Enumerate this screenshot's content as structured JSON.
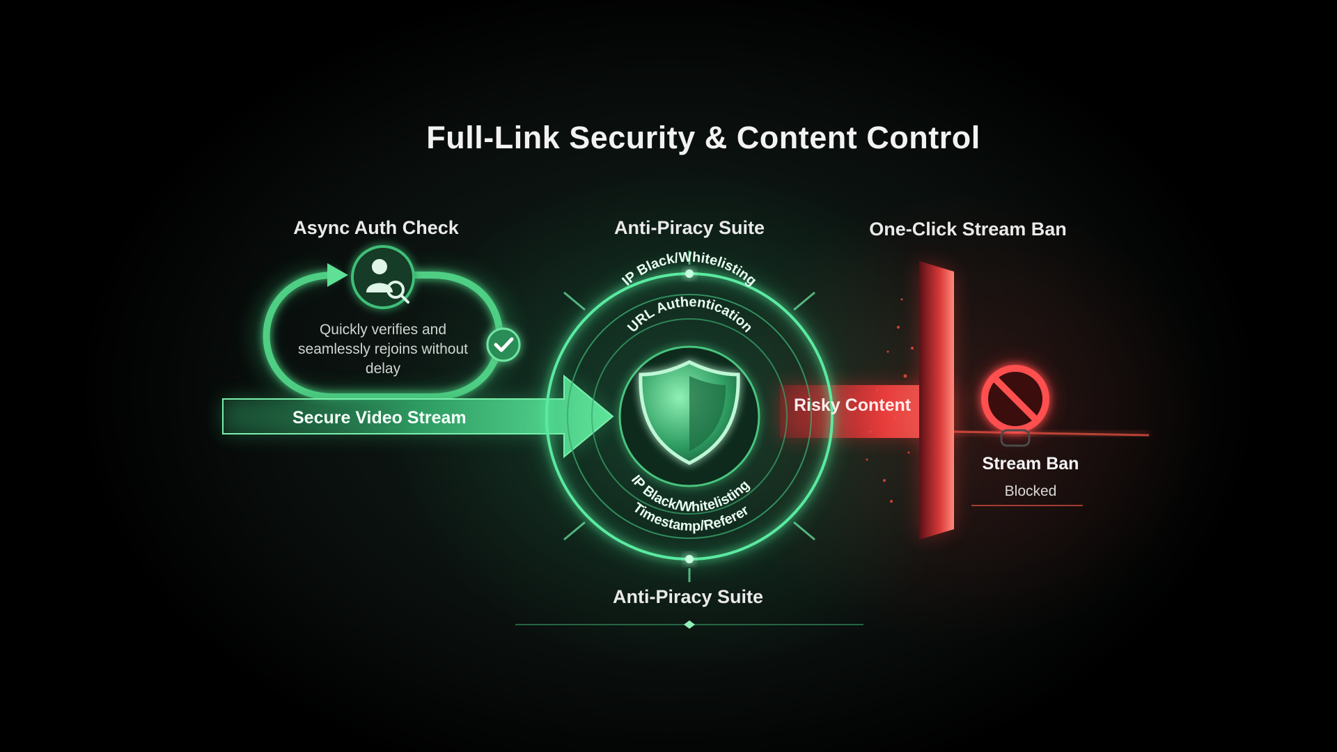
{
  "title": "Full-Link Security & Content Control",
  "auth": {
    "heading": "Async Auth Check",
    "description": "Quickly verifies and seamlessly rejoins without delay"
  },
  "stream": {
    "label": "Secure Video Stream"
  },
  "suite": {
    "heading_top": "Anti-Piracy Suite",
    "heading_bottom": "Anti-Piracy Suite",
    "ring_top_outer": "IP Black/Whitelisting",
    "ring_top_inner": "URL Authentication",
    "ring_bottom_inner": "IP Black/Whitelisting",
    "ring_bottom_outer": "Timestamp/Referer"
  },
  "ban": {
    "heading": "One-Click Stream Ban",
    "risky_label": "Risky Content",
    "icon_label": "Stream Ban",
    "status": "Blocked"
  },
  "colors": {
    "green_accent": "#4fdc8a",
    "green_dark": "#1f6b43",
    "red_accent": "#ff4a4a",
    "background": "#0a0f0d"
  },
  "icons": [
    "user-search-icon",
    "checkmark-icon",
    "shield-icon",
    "prohibited-icon",
    "arrow-icon"
  ]
}
